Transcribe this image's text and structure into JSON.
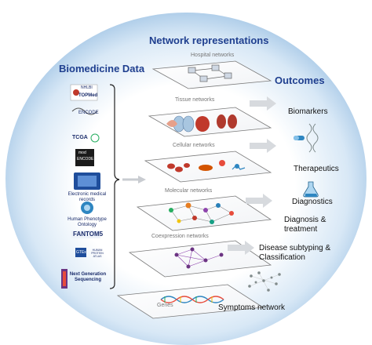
{
  "headers": {
    "biomedicine": "Biomedicine Data",
    "networks": "Network representations",
    "outcomes": "Outcomes"
  },
  "networks": [
    {
      "label": "Hospital networks"
    },
    {
      "label": "Tissue networks"
    },
    {
      "label": "Cellular networks"
    },
    {
      "label": "Molecular networks"
    },
    {
      "label": "Coexpression networks"
    },
    {
      "label": "Genes"
    }
  ],
  "outcomes": [
    {
      "label": "Biomarkers"
    },
    {
      "label": "Therapeutics"
    },
    {
      "label": "Diagnostics"
    },
    {
      "label": "Diagnosis & treatment"
    },
    {
      "label": "Disease subtyping & Classification"
    },
    {
      "label": "Symptoms network"
    }
  ],
  "sources": {
    "topmed_small": "NHLBI",
    "topmed": "TOPMed",
    "encode": "ENCODE",
    "tcga": "TCGA",
    "mod_encode_small": "mod",
    "mod_encode": "ENCODE",
    "emr": "Electronic medical records",
    "hpo": "Human Phenotype Ontology",
    "fantom5": "FANTOM5",
    "gtex": "GTEx",
    "hpa": "HUMAN PROTEIN ATLAS",
    "ngs": "Next Generation Sequencing"
  },
  "colors": {
    "header": "#1f3f8f",
    "circle_edge": "#8fb8de",
    "circle_center": "#ffffff",
    "arrow": "#c9ccd1"
  }
}
